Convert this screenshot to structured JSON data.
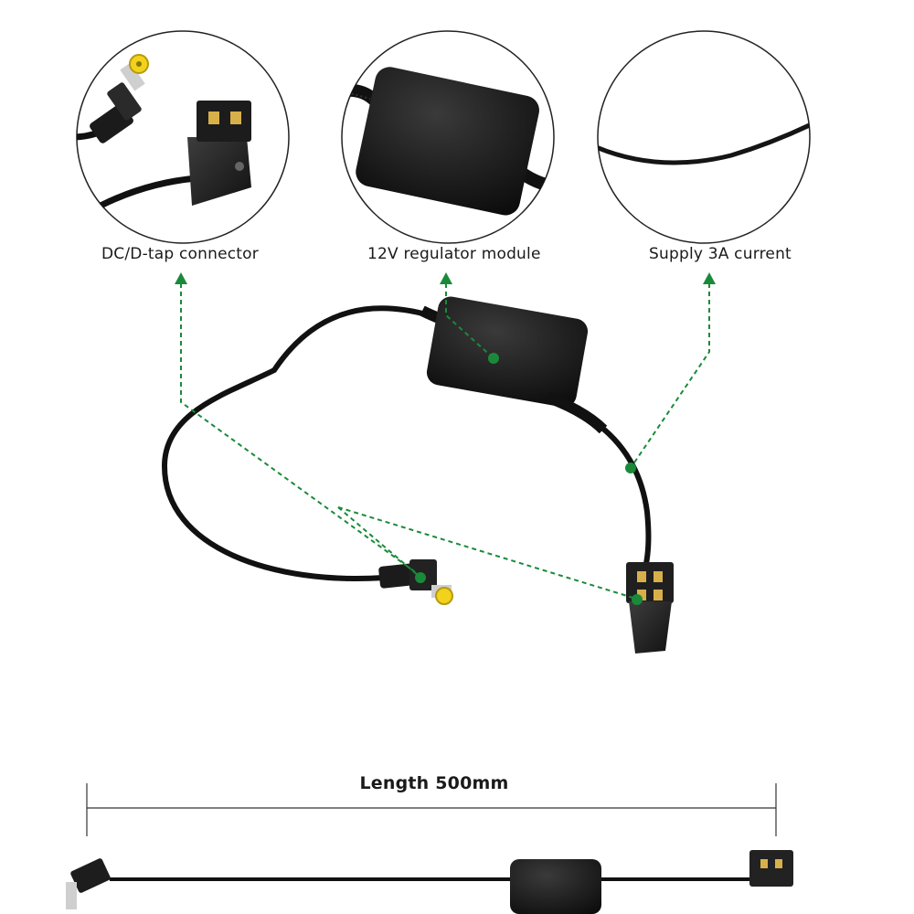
{
  "callouts": {
    "dc_label": "DC/D-tap connector",
    "regulator_label": "12V regulator module",
    "supply_label": "Supply 3A current"
  },
  "dimension": {
    "length_label": "Length 500mm"
  },
  "colors": {
    "callout_green": "#1a8a3a",
    "cable_black": "#111111",
    "plug_tip_yellow": "#f2d21b"
  }
}
